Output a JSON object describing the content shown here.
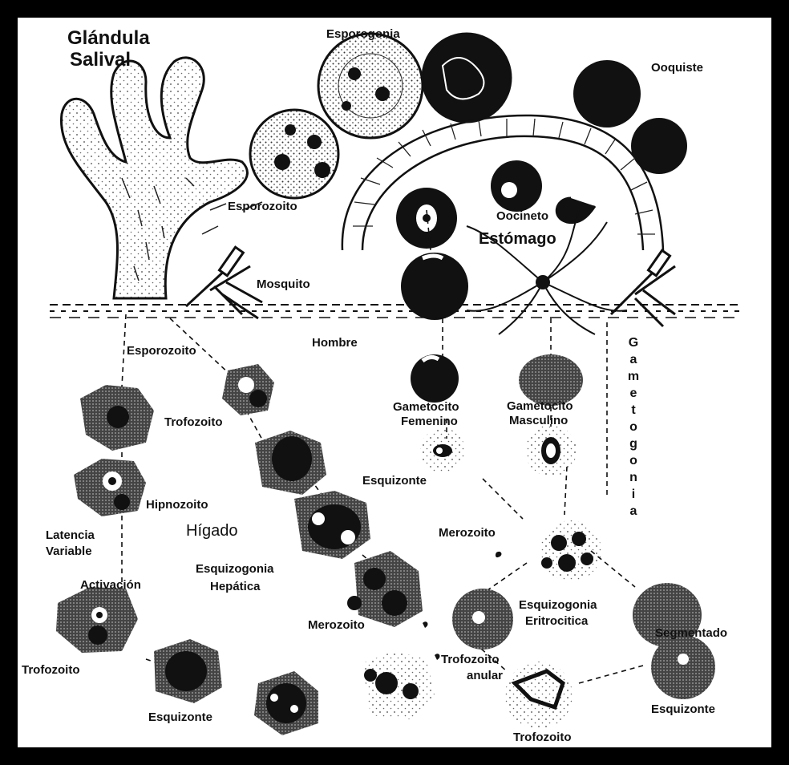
{
  "labels": {
    "glandula": "Glándula",
    "salival": "Salival",
    "esporogonia": "Esporogonia",
    "ooquiste": "Ooquiste",
    "esporozoito_top": "Esporozoito",
    "oocineto": "Oocineto",
    "estomago": "Estómago",
    "mosquito": "Mosquito",
    "hombre": "Hombre",
    "esporozoito_skin": "Esporozoito",
    "trofozoito_liver": "Trofozoito",
    "hipnozoito": "Hipnozoito",
    "latencia_1": "Latencia",
    "latencia_2": "Variable",
    "activacion": "Activación",
    "higado": "Hígado",
    "esquizogonia_hep_1": "Esquizogonia",
    "esquizogonia_hep_2": "Hepática",
    "merozoito_liver": "Merozoito",
    "trofozoito_left": "Trofozoito",
    "esquizonte_bottom": "Esquizonte",
    "gametocito_fem_1": "Gametocito",
    "gametocito_fem_2": "Femenino",
    "gametocito_masc_1": "Gametocito",
    "gametocito_masc_2": "Masculino",
    "esquizonte_mid": "Esquizonte",
    "merozoito_blood": "Merozoito",
    "esquizogonia_eri_1": "Esquizogonia",
    "esquizogonia_eri_2": "Eritrocitica",
    "segmentado": "Segmentado",
    "trofozoito_anular_1": "Trofozoito",
    "trofozoito_anular_2": "anular",
    "esquizonte_right": "Esquizonte",
    "trofozoito_bottom": "Trofozoito",
    "gametogonia": "Gametogonia"
  },
  "colors": {
    "background": "#000000",
    "panel": "#ffffff",
    "ink": "#111111"
  }
}
